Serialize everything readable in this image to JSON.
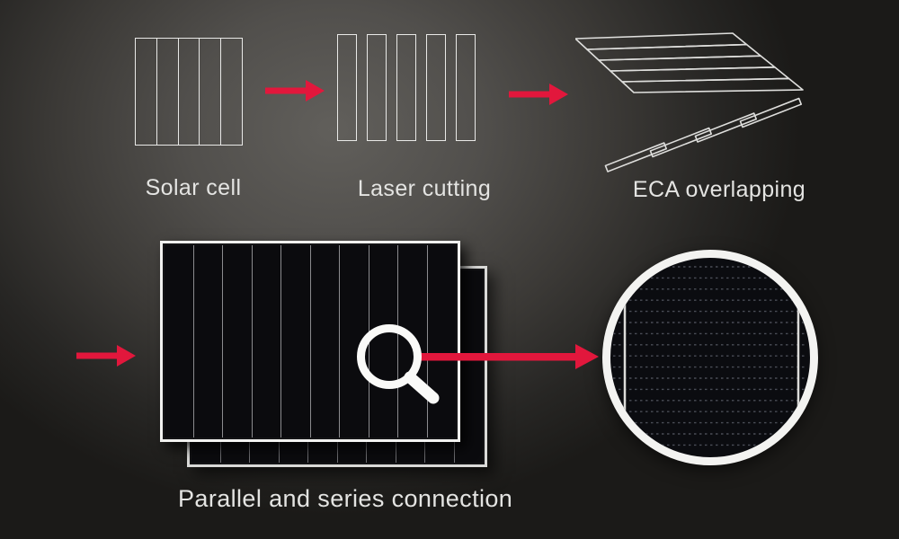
{
  "colors": {
    "accent_red": "#e2173c",
    "outline_white": "#e9e9e7",
    "text_light": "#e4e4e2",
    "cell_black": "#0b0b0e"
  },
  "process": {
    "steps": [
      {
        "label": "Solar cell",
        "segment_count": 5
      },
      {
        "label": "Laser cutting",
        "strip_count": 5
      },
      {
        "label": "ECA overlapping",
        "shingle_strip_count": 5,
        "zigzag_strip_count": 4
      }
    ],
    "result": {
      "label": "Parallel and series connection",
      "panel_count": 2,
      "panel_column_count": 10,
      "busbar_line_count": 17
    }
  },
  "icons": {
    "arrow_right": "red solid right arrow",
    "magnifier": "white outline magnifying glass"
  }
}
